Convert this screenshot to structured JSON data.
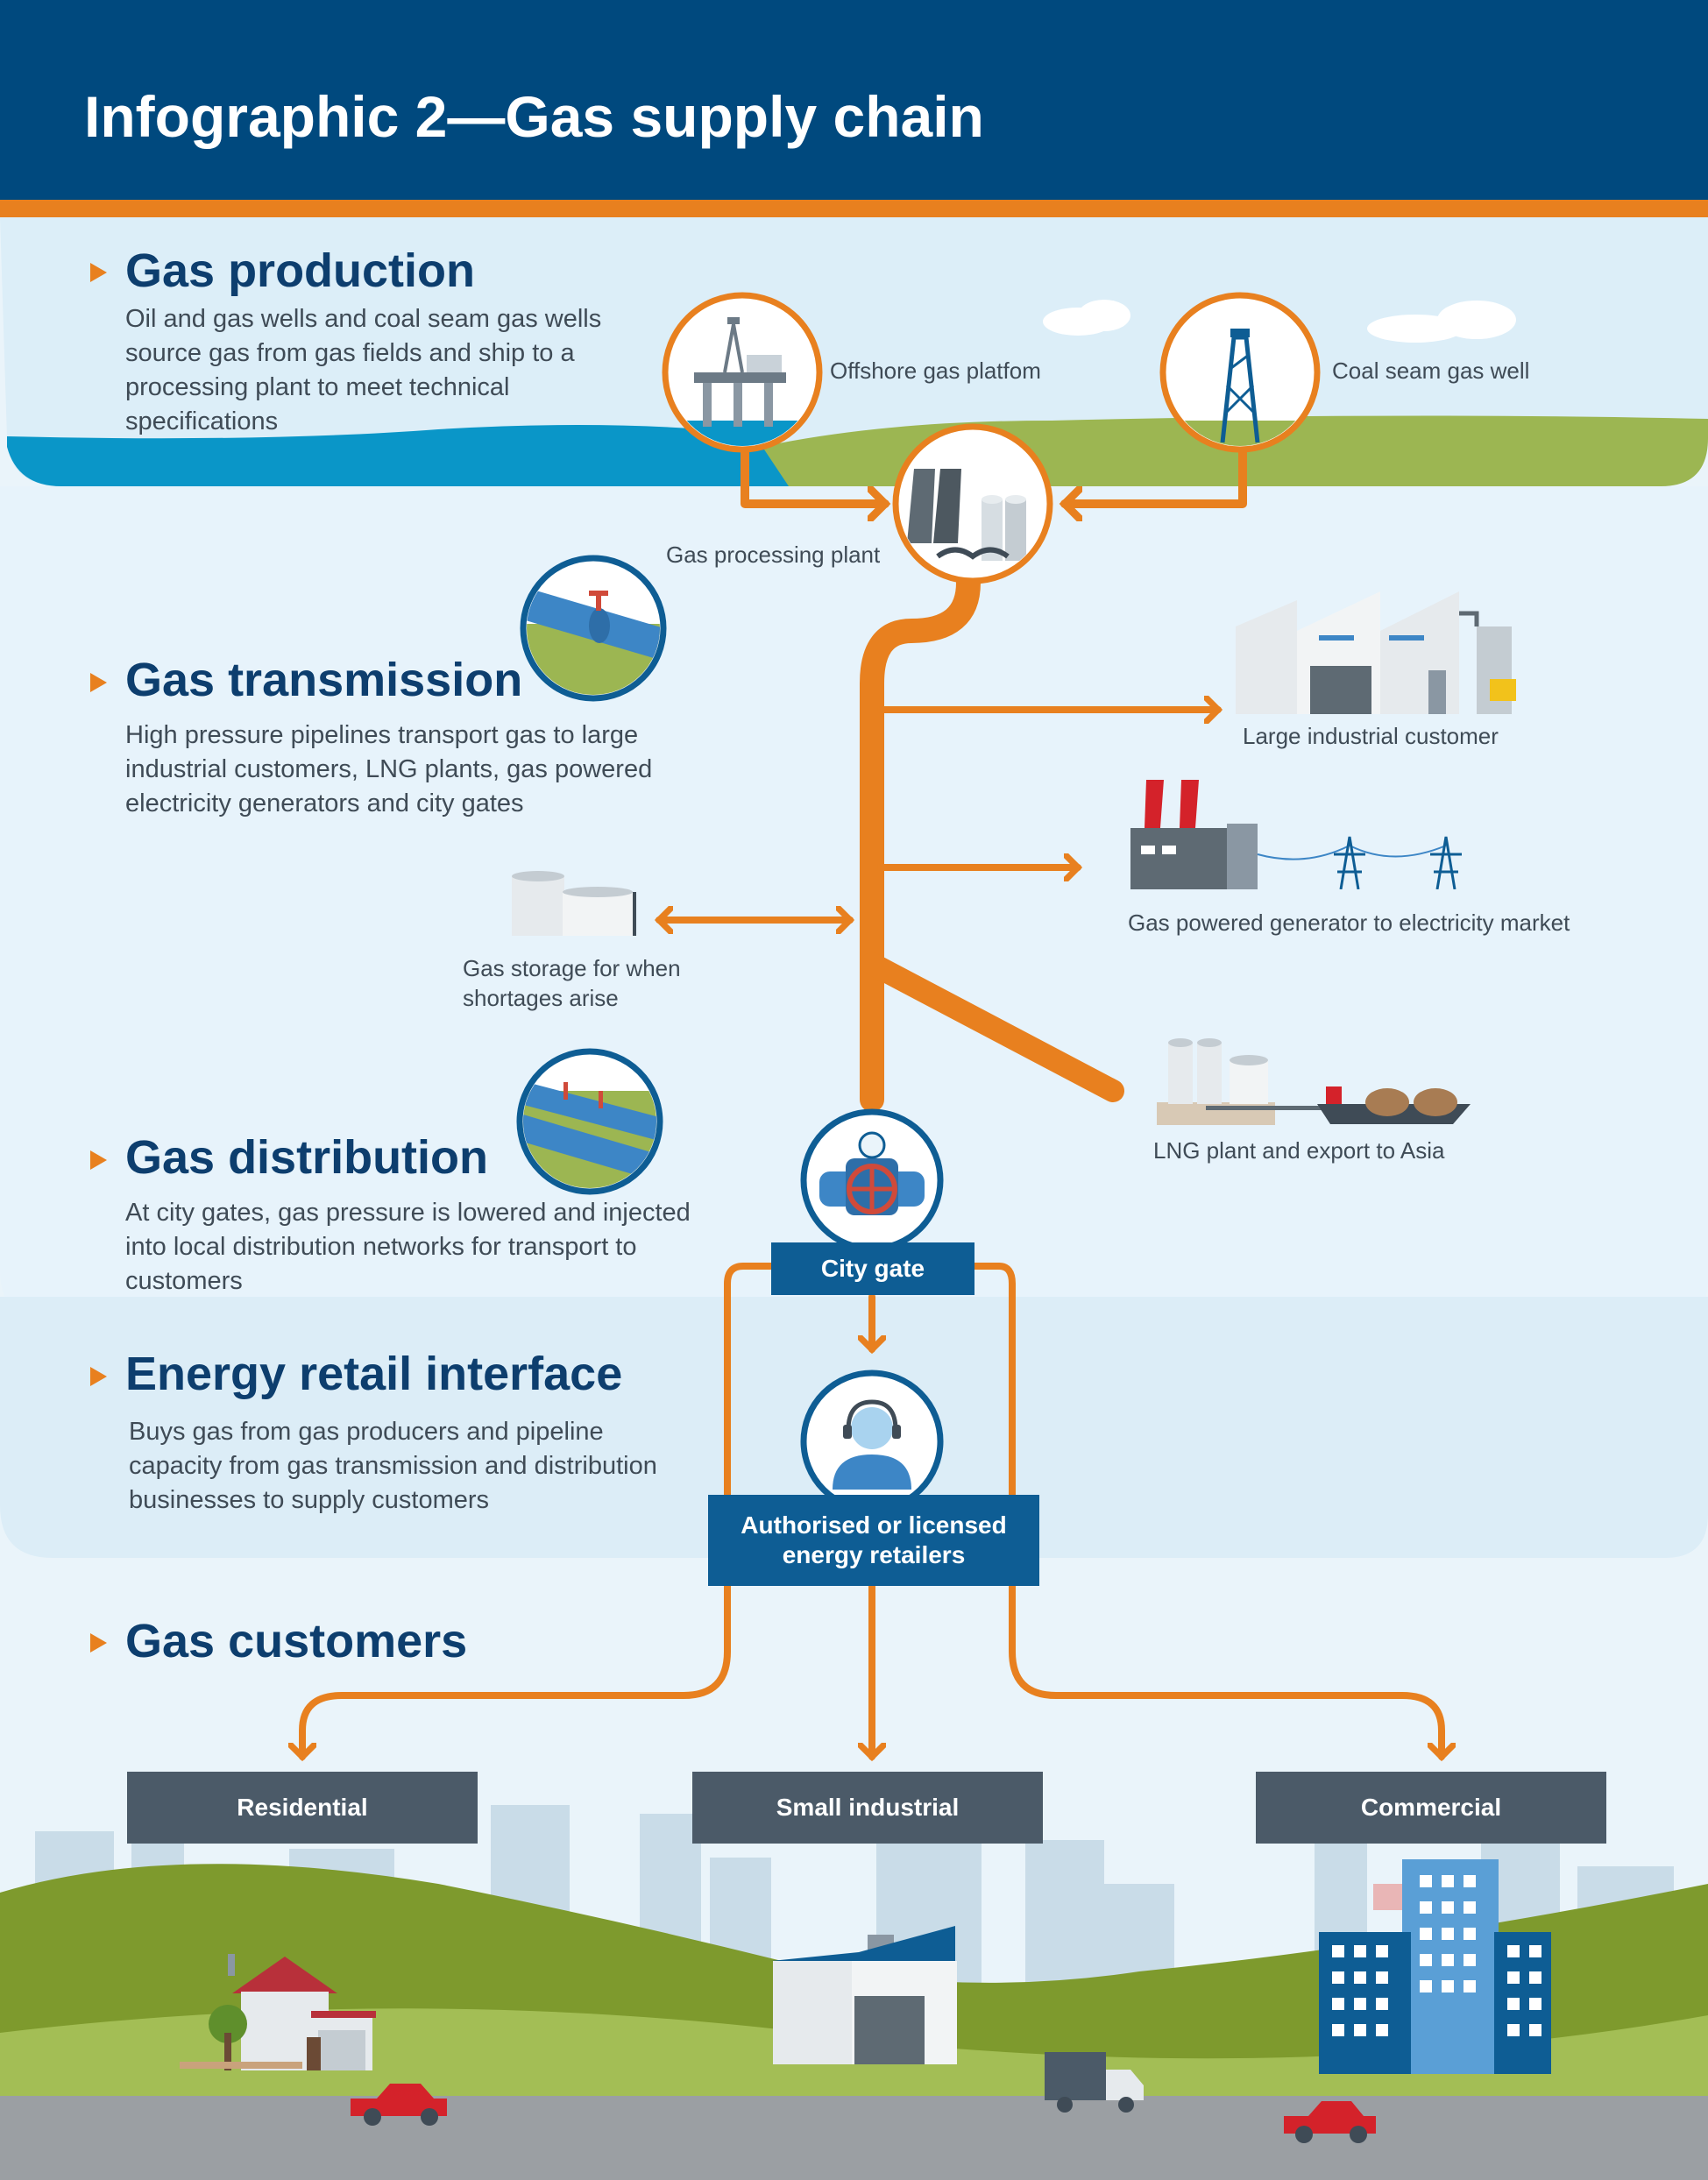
{
  "title": "Infographic 2—Gas supply chain",
  "sections": {
    "production": {
      "title": "Gas production",
      "description": "Oil and gas wells and coal seam gas wells source gas from gas fields and ship to a processing plant to meet technical specifications"
    },
    "transmission": {
      "title": "Gas transmission",
      "description": "High pressure pipelines transport gas to large industrial customers, LNG plants, gas powered electricity generators and city gates"
    },
    "distribution": {
      "title": "Gas distribution",
      "description": "At city gates, gas pressure is lowered and injected into local distribution networks for transport to customers"
    },
    "retail": {
      "title": "Energy retail interface",
      "description": "Buys gas from gas producers and pipeline capacity from gas transmission and distribution businesses to supply customers"
    },
    "customers": {
      "title": "Gas customers"
    }
  },
  "nodes": {
    "offshore": "Offshore gas platfom",
    "coal_seam": "Coal seam gas well",
    "processing": "Gas processing plant",
    "industrial": "Large industrial customer",
    "generator": "Gas powered generator to electricity market",
    "storage_line1": "Gas storage for when",
    "storage_line2": "shortages arise",
    "lng": "LNG plant and export to Asia",
    "city_gate": "City gate",
    "retailers_line1": "Authorised or licensed",
    "retailers_line2": "energy retailers"
  },
  "customers": {
    "residential": "Residential",
    "small_industrial": "Small industrial",
    "commercial": "Commercial"
  },
  "colors": {
    "header": "#00497e",
    "accent_orange": "#e8801f",
    "title_blue": "#0d3e6e",
    "box_blue": "#0e5d94",
    "box_slate": "#4b5a68",
    "sea": "#0a96c8",
    "grass": "#9cb652"
  }
}
